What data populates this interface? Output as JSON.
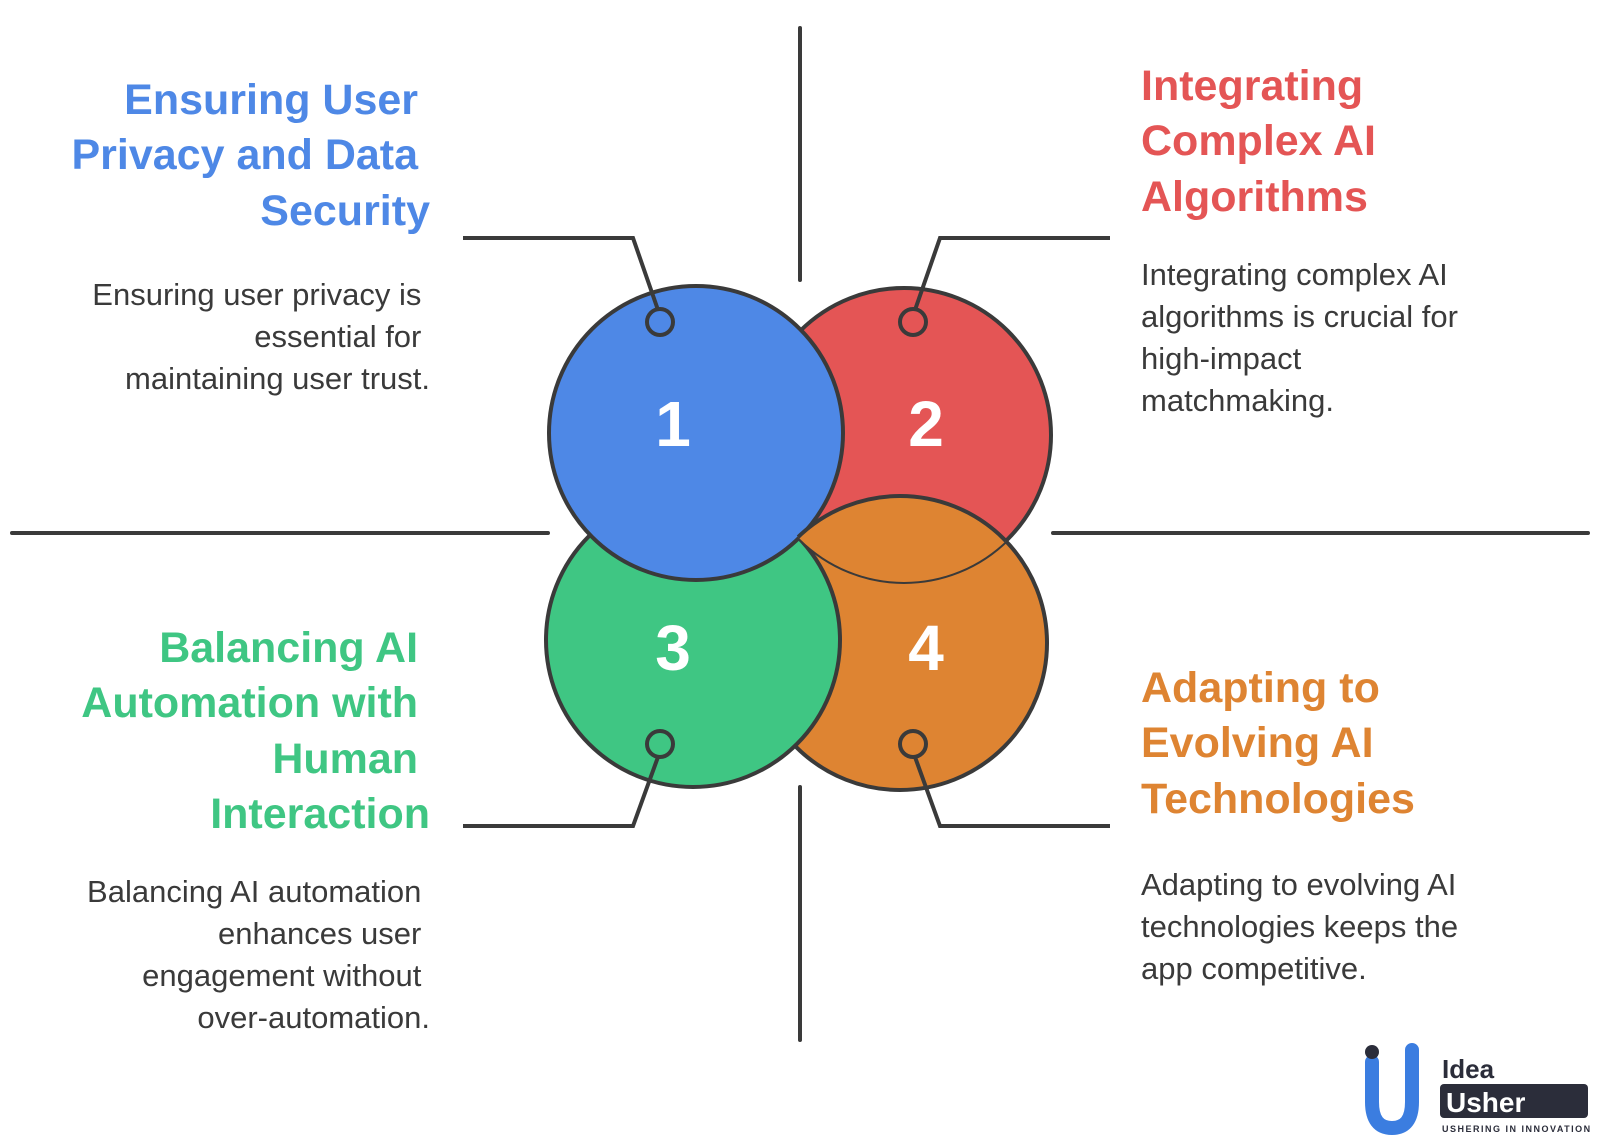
{
  "colors": {
    "blue": "#4e88e6",
    "red": "#e45555",
    "green": "#3fc683",
    "orange": "#de8432",
    "outline": "#3a3a3a",
    "logo_blue": "#3b7de0",
    "logo_dark": "#2b2d3a"
  },
  "items": [
    {
      "number": "1",
      "title_lines": [
        "Ensuring User",
        "Privacy and Data",
        "Security"
      ],
      "desc_lines": [
        "Ensuring user privacy is",
        "essential for",
        "maintaining user trust."
      ]
    },
    {
      "number": "2",
      "title_lines": [
        "Integrating",
        "Complex AI",
        "Algorithms"
      ],
      "desc_lines": [
        "Integrating complex AI",
        "algorithms is crucial for",
        "high-impact",
        "matchmaking."
      ]
    },
    {
      "number": "3",
      "title_lines": [
        "Balancing AI",
        "Automation with",
        "Human",
        "Interaction"
      ],
      "desc_lines": [
        "Balancing AI automation",
        "enhances user",
        "engagement without",
        "over-automation."
      ]
    },
    {
      "number": "4",
      "title_lines": [
        "Adapting to",
        "Evolving AI",
        "Technologies"
      ],
      "desc_lines": [
        "Adapting to evolving AI",
        "technologies keeps the",
        "app competitive."
      ]
    }
  ],
  "logo": {
    "word_top": "Idea",
    "word_bottom": "Usher",
    "tagline": "USHERING IN INNOVATION"
  }
}
